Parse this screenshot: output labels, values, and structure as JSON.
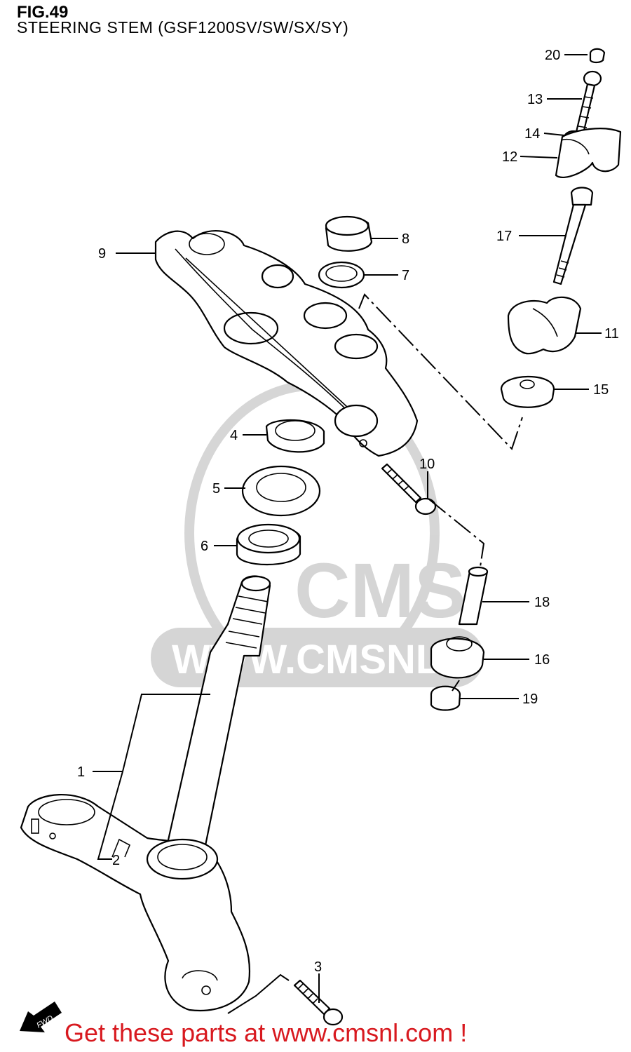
{
  "header": {
    "figure": "FIG.49",
    "subtitle": "STEERING STEM (GSF1200SV/SW/SX/SY)"
  },
  "watermark": {
    "logo": "CMS",
    "url": "WWW.CMSNL.CO"
  },
  "callouts": [
    "1",
    "2",
    "3",
    "4",
    "5",
    "6",
    "7",
    "8",
    "9",
    "10",
    "11",
    "12",
    "13",
    "14",
    "15",
    "16",
    "17",
    "18",
    "19",
    "20"
  ],
  "direction_label": "FWD",
  "footer": {
    "text": "Get these parts at www.cmsnl.com !",
    "color": "#d8191f"
  }
}
